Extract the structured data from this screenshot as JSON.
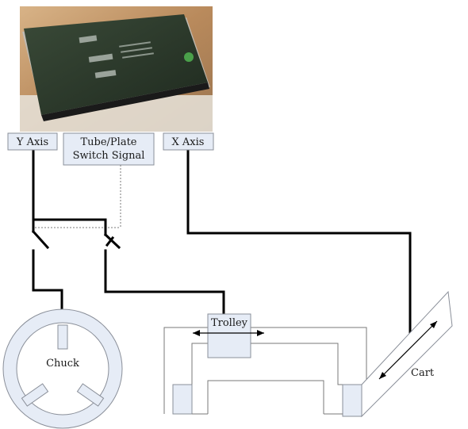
{
  "labels": {
    "y_axis": "Y Axis",
    "switch_line1": "Tube/Plate",
    "switch_line2": "Switch Signal",
    "x_axis": "X Axis",
    "trolley": "Trolley",
    "chuck": "Chuck",
    "cart": "Cart"
  },
  "colors": {
    "box_fill": "#e6ecf6",
    "box_stroke": "#8a8f99",
    "wire": "#000000",
    "photo_bg": "#c9a070",
    "board": "#2c3a2c"
  }
}
